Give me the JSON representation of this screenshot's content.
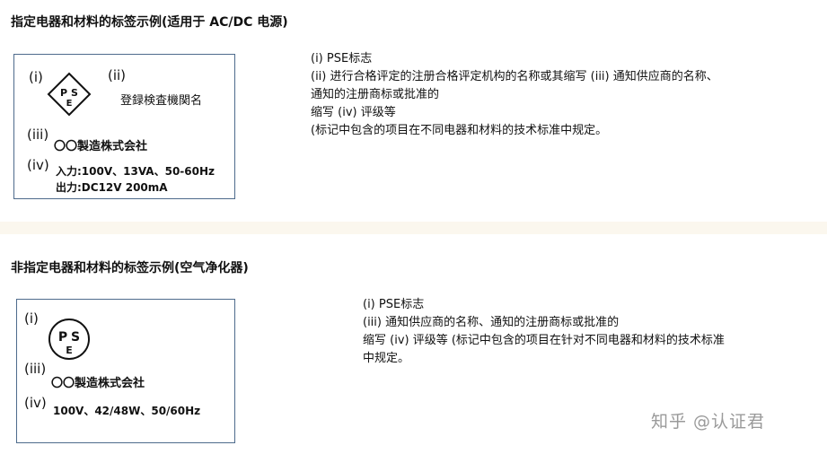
{
  "section1": {
    "title": "指定电器和材料的标签示例(适用于 AC/DC 电源)",
    "label": {
      "i": "(i)",
      "ii": "(ii)",
      "iii": "(iii)",
      "iv": "(iv)",
      "mark_letters": [
        "P",
        "S",
        "E"
      ],
      "registered_body": "登録検査機関名",
      "company": "〇〇製造株式会社",
      "input": "入力:100V、13VA、50-60Hz",
      "output": "出力:DC12V 200mA"
    },
    "description": [
      "(i) PSE标志",
      "(ii) 进行合格评定的注册合格评定机构的名称或其缩写 (iii) 通知供应商的名称、",
      "通知的注册商标或批准的",
      "缩写 (iv) 评级等",
      "(标记中包含的项目在不同电器和材料的技术标准中规定。"
    ]
  },
  "section2": {
    "title": "非指定电器和材料的标签示例(空气净化器)",
    "label": {
      "i": "(i)",
      "iii": "(iii)",
      "iv": "(iv)",
      "mark_letters": [
        "P",
        "S",
        "E"
      ],
      "company": "〇〇製造株式会社",
      "rating": "100V、42/48W、50/60Hz"
    },
    "description": [
      "(i) PSE标志",
      "(iii) 通知供应商的名称、通知的注册商标或批准的",
      "缩写 (iv) 评级等 (标记中包含的项目在针对不同电器和材料的技术标准",
      "中规定。"
    ]
  },
  "watermark": "知乎 @认证君"
}
